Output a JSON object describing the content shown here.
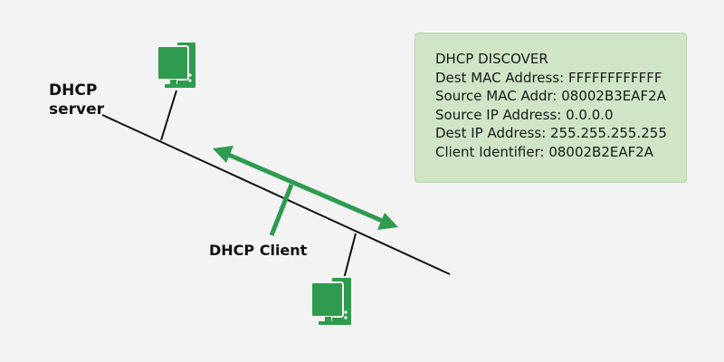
{
  "diagram": {
    "server_label": [
      "DHCP",
      "server"
    ],
    "client_label": "DHCP Client",
    "packet_box": {
      "title": "DHCP DISCOVER",
      "fields": [
        {
          "label": "Dest MAC Address",
          "value": "FFFFFFFFFFFF"
        },
        {
          "label": "Source MAC Addr",
          "value": "08002B3EAF2A"
        },
        {
          "label": "Source IP Address",
          "value": "0.0.0.0"
        },
        {
          "label": "Dest IP Address",
          "value": "255.255.255.255"
        },
        {
          "label": "Client Identifier",
          "value": "08002B2EAF2A"
        }
      ]
    },
    "icons": [
      "server-computer-icon",
      "client-computer-icon",
      "bidirectional-arrow-icon"
    ],
    "colors": {
      "accent_green": "#2e9b4f",
      "box_fill": "#cfe5c6",
      "line": "#111111",
      "background": "#f3f3f3"
    }
  }
}
